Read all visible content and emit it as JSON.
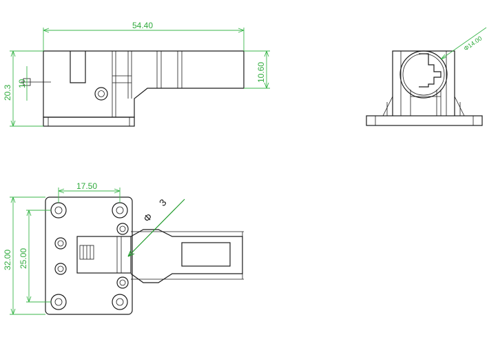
{
  "drawing": {
    "dimensions": {
      "overall_length": "54.40",
      "height_right": "10.60",
      "height_left": "20.3",
      "small_left": "10",
      "bore_diameter": "Φ14.00",
      "hole_spacing_x": "17.50",
      "plate_height": "32.00",
      "hole_spacing_y": "25.00"
    },
    "callout": {
      "symbol": "Φ",
      "value": "3"
    },
    "colors": {
      "outline": "#1a1a1a",
      "dimension": "#39b54a"
    }
  }
}
